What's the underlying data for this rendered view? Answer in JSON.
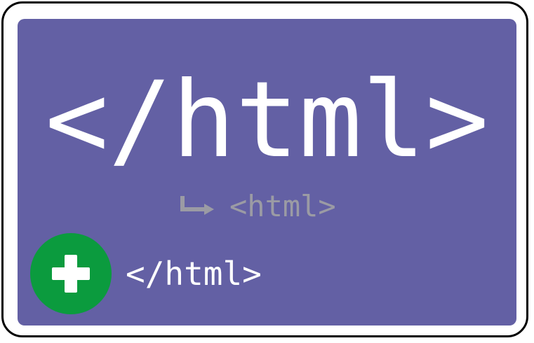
{
  "colors": {
    "card_border": "#000000",
    "panel_background": "#6360a4",
    "headline_text": "#ffffff",
    "redirect_muted": "#9b9ba4",
    "add_icon_background": "#0b9b3e",
    "add_icon_symbol": "#ffffff",
    "add_text": "#ffffff"
  },
  "card": {
    "headline": "</html>",
    "redirect": {
      "icon": "return-arrow-icon",
      "text": "<html>"
    },
    "add_action": {
      "icon": "plus-icon",
      "text": "</html>"
    }
  }
}
